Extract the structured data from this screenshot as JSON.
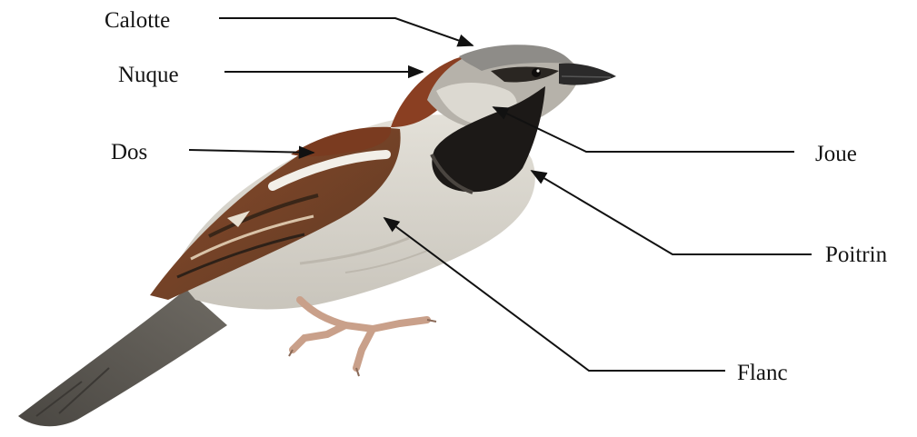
{
  "labels": {
    "calotte": "Calotte",
    "nuque": "Nuque",
    "dos": "Dos",
    "joue": "Joue",
    "poitrin": "Poitrin",
    "flanc": "Flanc"
  },
  "colors": {
    "background": "#ffffff",
    "text": "#141414",
    "arrow": "#111111",
    "chestnut": "#8a3f22",
    "grey_crown": "#8e8c88",
    "black_bib": "#1c1917",
    "pale_cheek": "#dcd9d1",
    "underparts": "#d8d4cb",
    "leg": "#c9a08a"
  },
  "image": {
    "subject": "house-sparrow-icon"
  }
}
